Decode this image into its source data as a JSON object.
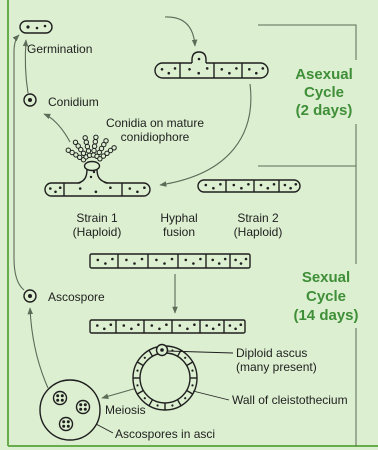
{
  "asexual_cycle": {
    "name": [
      "Asexual",
      "Cycle"
    ],
    "duration": "(2 days)"
  },
  "sexual_cycle": {
    "name": [
      "Sexual",
      "Cycle"
    ],
    "duration": "(14 days)"
  },
  "labels": {
    "germination": "Germination",
    "conidium": "Conidium",
    "conidia_on_conidiophore": [
      "Conidia on mature",
      "conidiophore"
    ],
    "strain_1": [
      "Strain 1",
      "(Haploid)"
    ],
    "hyphal_fusion": [
      "Hyphal",
      "fusion"
    ],
    "strain_2": [
      "Strain 2",
      "(Haploid)"
    ],
    "ascospore": "Ascospore",
    "diploid_ascus": [
      "Diploid ascus",
      "(many present)"
    ],
    "cleistothecium_wall": "Wall of cleistothecium",
    "meiosis": "Meiosis",
    "ascospores_in_asci": "Ascospores in asci"
  },
  "colors": {
    "background": "#dcefd0",
    "cycle_title": "#3f8e38",
    "frame": "#67ad4c",
    "ink": "#1f1f1f",
    "arrow": "#5d6b59"
  }
}
